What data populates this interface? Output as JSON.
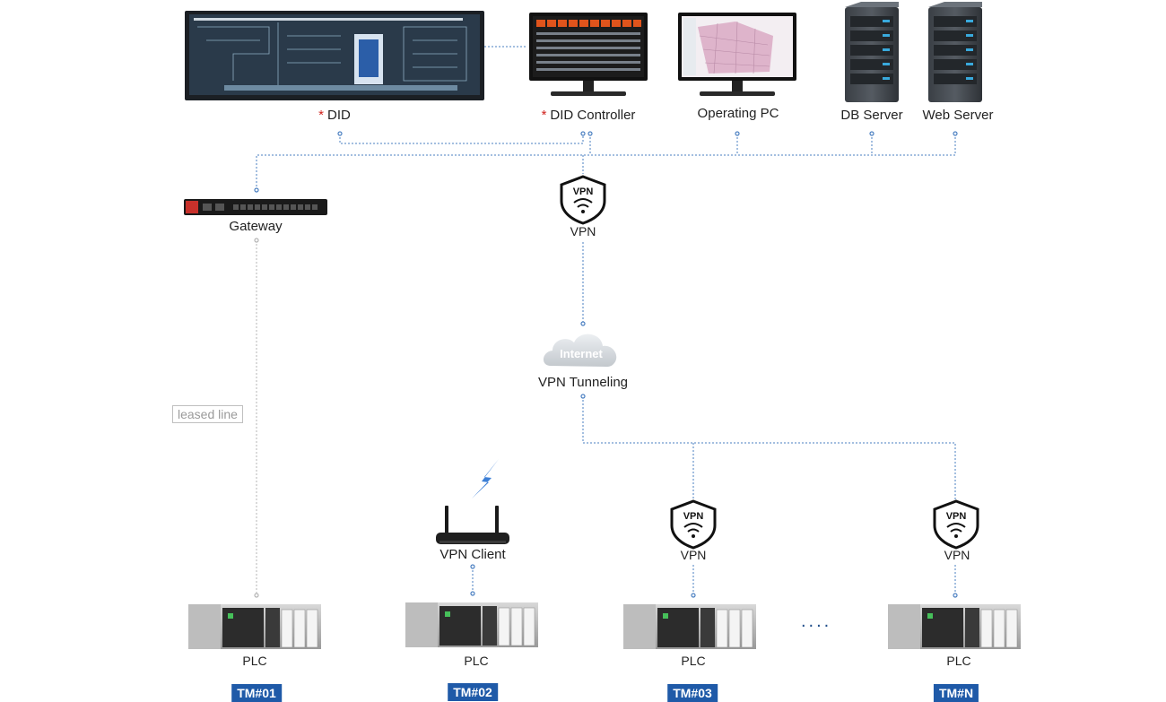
{
  "labels": {
    "did": "DID",
    "did_controller": "DID Controller",
    "asterisk": "*",
    "operating_pc": "Operating PC",
    "db_server": "DB Server",
    "web_server": "Web Server",
    "gateway": "Gateway",
    "vpn": "VPN",
    "internet": "Internet",
    "vpn_tunneling": "VPN Tunneling",
    "leased_line": "leased line",
    "vpn_client": "VPN Client",
    "plc": "PLC",
    "ellipsis": "...."
  },
  "terminals": [
    "TM#01",
    "TM#02",
    "TM#03",
    "TM#N"
  ],
  "colors": {
    "link": "#4a7fc1",
    "leased": "#b5b5b5",
    "badge": "#1f5aa8",
    "accent_red": "#d0211c",
    "lightning": "#3c7fd6"
  }
}
